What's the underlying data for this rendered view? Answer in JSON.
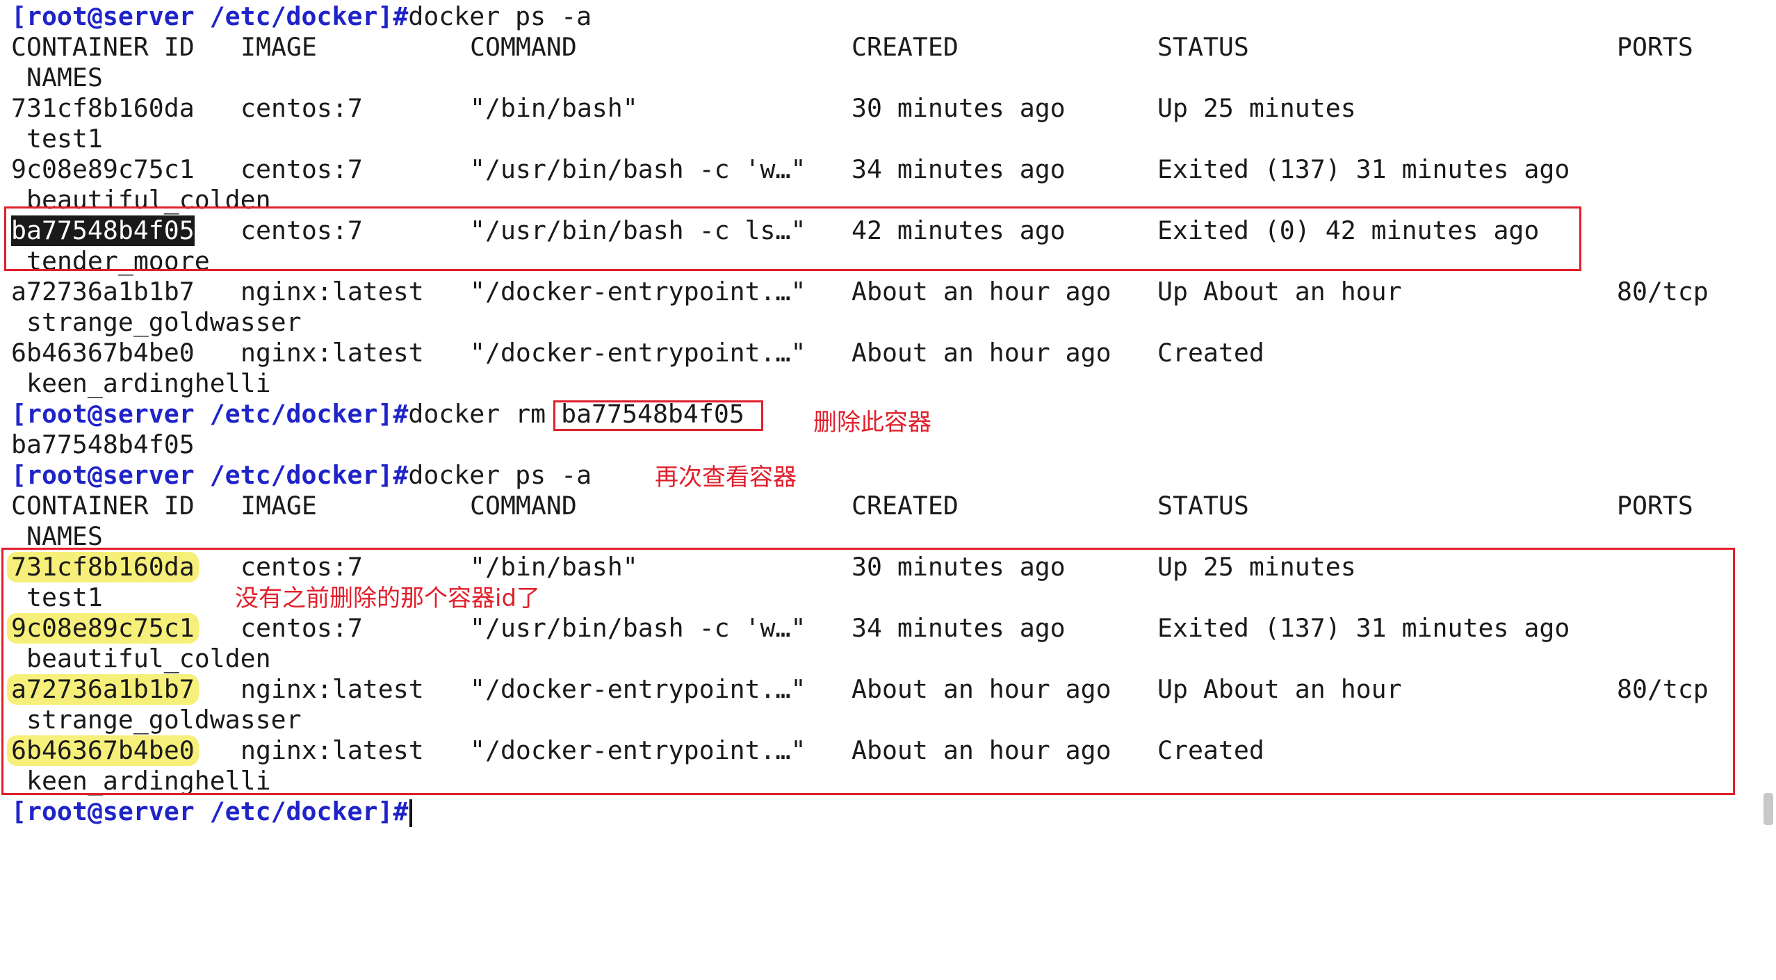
{
  "prompt": "[root@server /etc/docker]#",
  "cmd_ps": "docker ps -a",
  "cmd_rm": "docker rm ",
  "rm_id": "ba77548b4f05",
  "rm_output": "ba77548b4f05",
  "headers": {
    "container_id": "CONTAINER ID",
    "image": "IMAGE",
    "command": "COMMAND",
    "created": "CREATED",
    "status": "STATUS",
    "ports": "PORTS",
    "names": "NAMES"
  },
  "table1": [
    {
      "id": "731cf8b160da",
      "image": "centos:7",
      "command": "\"/bin/bash\"",
      "created": "30 minutes ago",
      "status": "Up 25 minutes",
      "ports": "",
      "name": "test1"
    },
    {
      "id": "9c08e89c75c1",
      "image": "centos:7",
      "command": "\"/usr/bin/bash -c 'w…\"",
      "created": "34 minutes ago",
      "status": "Exited (137) 31 minutes ago",
      "ports": "",
      "name": "beautiful_colden"
    },
    {
      "id": "ba77548b4f05",
      "image": "centos:7",
      "command": "\"/usr/bin/bash -c ls…\"",
      "created": "42 minutes ago",
      "status": "Exited (0) 42 minutes ago",
      "ports": "",
      "name": "tender_moore"
    },
    {
      "id": "a72736a1b1b7",
      "image": "nginx:latest",
      "command": "\"/docker-entrypoint.…\"",
      "created": "About an hour ago",
      "status": "Up About an hour",
      "ports": "80/tcp",
      "name": "strange_goldwasser"
    },
    {
      "id": "6b46367b4be0",
      "image": "nginx:latest",
      "command": "\"/docker-entrypoint.…\"",
      "created": "About an hour ago",
      "status": "Created",
      "ports": "",
      "name": "keen_ardinghelli"
    }
  ],
  "table2": [
    {
      "id": "731cf8b160da",
      "image": "centos:7",
      "command": "\"/bin/bash\"",
      "created": "30 minutes ago",
      "status": "Up 25 minutes",
      "ports": "",
      "name": "test1"
    },
    {
      "id": "9c08e89c75c1",
      "image": "centos:7",
      "command": "\"/usr/bin/bash -c 'w…\"",
      "created": "34 minutes ago",
      "status": "Exited (137) 31 minutes ago",
      "ports": "",
      "name": "beautiful_colden"
    },
    {
      "id": "a72736a1b1b7",
      "image": "nginx:latest",
      "command": "\"/docker-entrypoint.…\"",
      "created": "About an hour ago",
      "status": "Up About an hour",
      "ports": "80/tcp",
      "name": "strange_goldwasser"
    },
    {
      "id": "6b46367b4be0",
      "image": "nginx:latest",
      "command": "\"/docker-entrypoint.…\"",
      "created": "About an hour ago",
      "status": "Created",
      "ports": "",
      "name": "keen_ardinghelli"
    }
  ],
  "annotations": {
    "delete_note": "删除此容器",
    "recheck_note": "再次查看容器",
    "result_note": "没有之前删除的那个容器id了"
  },
  "colors": {
    "prompt": "#1f24c8",
    "annotation": "#e0202c",
    "highlight": "#f6f07a",
    "text": "#1a1a1a",
    "background": "#ffffff"
  }
}
